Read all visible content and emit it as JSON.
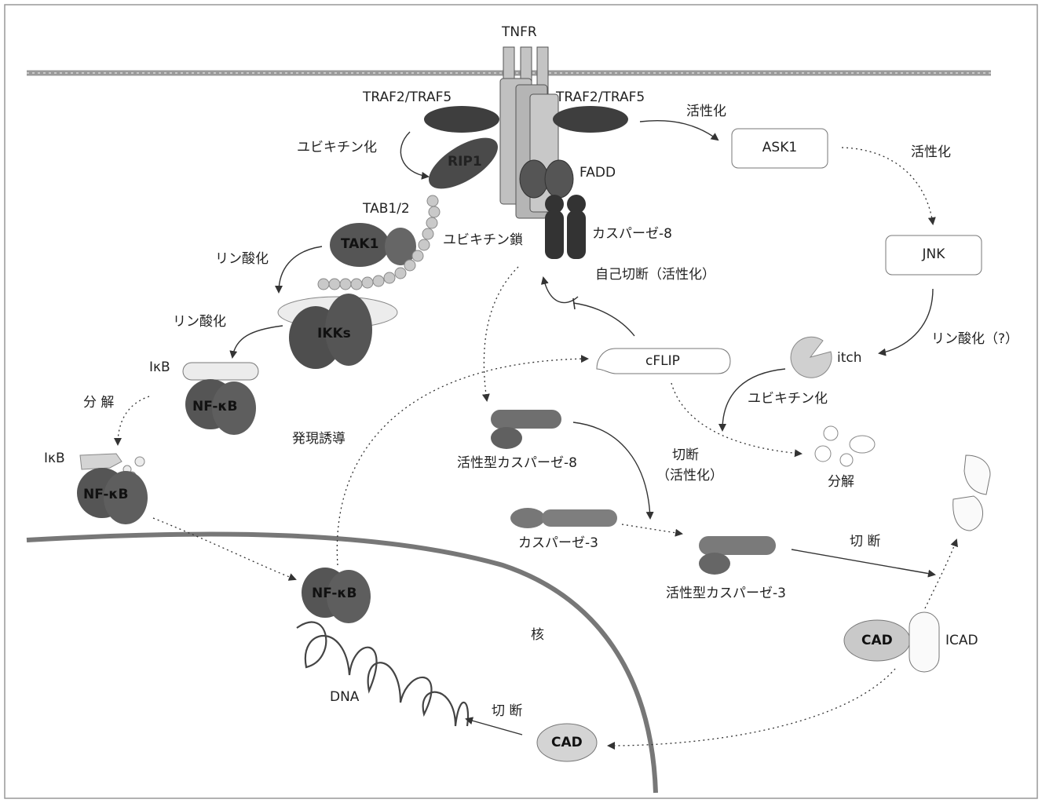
{
  "labels": {
    "tnfr": "TNFR",
    "traf_left": "TRAF2/TRAF5",
    "traf_right": "TRAF2/TRAF5",
    "ubiq_left": "ユビキチン化",
    "rip1": "RIP1",
    "fadd": "FADD",
    "tab": "TAB1/2",
    "tak1": "TAK1",
    "ubiq_chain": "ユビキチン鎖",
    "caspase8": "カスパーゼ-8",
    "self_cleave": "自己切断（活性化）",
    "phos1": "リン酸化",
    "phos2": "リン酸化",
    "ikks": "IKKs",
    "ikb1": "IκB",
    "nfkb1": "NF-κB",
    "degrade1": "分 解",
    "ikb2": "IκB",
    "nfkb2": "NF-κB",
    "induce": "発現誘導",
    "nfkb3": "NF-κB",
    "dna": "DNA",
    "nucleus": "核",
    "act_casp8": "活性型カスパーゼ-8",
    "cleave_act_1": "切断",
    "cleave_act_2": "（活性化）",
    "casp3": "カスパーゼ-3",
    "act_casp3": "活性型カスパーゼ-3",
    "cleave1": "切 断",
    "cleave2": "切 断",
    "cad_top": "CAD",
    "icad": "ICAD",
    "cad_bottom": "CAD",
    "activate1": "活性化",
    "activate2": "活性化",
    "ask1": "ASK1",
    "jnk": "JNK",
    "phos_q": "リン酸化（?）",
    "itch": "itch",
    "ubiq_right": "ユビキチン化",
    "cflip": "cFLIP",
    "degrade2": "分解"
  },
  "colors": {
    "dark": "#4a4a4a",
    "darker": "#3a3a3a",
    "medium": "#7a7a7a",
    "light": "#bdbdbd",
    "lighter": "#d8d8d8",
    "line": "#333333",
    "membrane": "#9a9a9a"
  }
}
